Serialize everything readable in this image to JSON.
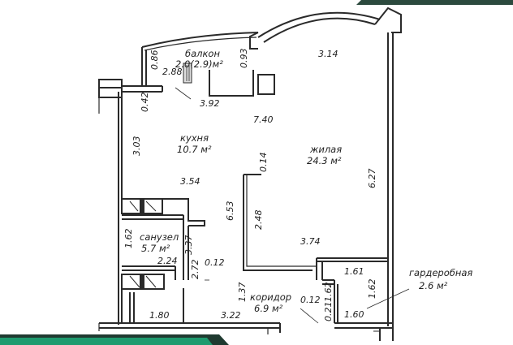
{
  "colors": {
    "top_band": "#2c4a3e",
    "bottom_band_dark": "#1f3a30",
    "bottom_band_accent": "#1e9b6f",
    "wall": "#2a2a2a"
  },
  "rooms": {
    "balcony": {
      "name": "балкон",
      "area": "2.0(2.9)м²"
    },
    "kitchen": {
      "name": "кухня",
      "area": "10.7 м²"
    },
    "living": {
      "name": "жилая",
      "area": "24.3 м²"
    },
    "bathroom": {
      "name": "санузел",
      "area": "5.7 м²"
    },
    "corridor": {
      "name": "коридор",
      "area": "6.9 м²"
    },
    "wardrobe": {
      "name": "гардеробная",
      "area": "2.6 м²"
    }
  },
  "dimensions": {
    "d_0_86": "0.86",
    "d_2_88": "2.88",
    "d_0_93": "0.93",
    "d_3_14": "3.14",
    "d_0_42": "0.42",
    "d_3_92": "3.92",
    "d_7_40": "7.40",
    "d_3_03": "3.03",
    "d_0_14": "0.14",
    "d_6_27": "6.27",
    "d_3_54": "3.54",
    "d_6_53": "6.53",
    "d_2_48": "2.48",
    "d_1_62_left": "1.62",
    "d_3_37": "3.37",
    "d_2_24": "2.24",
    "d_0_12_mid": "0.12",
    "d_2_72": "2.72",
    "d_3_74": "3.74",
    "d_1_61": "1.61",
    "d_1_62_right": "1.62",
    "d_1_37": "1.37",
    "d_0_12_bottom": "0.12",
    "d_0_21": "0.21",
    "d_1_62_bottom": "1.62",
    "d_1_60": "1.60",
    "d_1_80": "1.80",
    "d_3_22": "3.22"
  }
}
